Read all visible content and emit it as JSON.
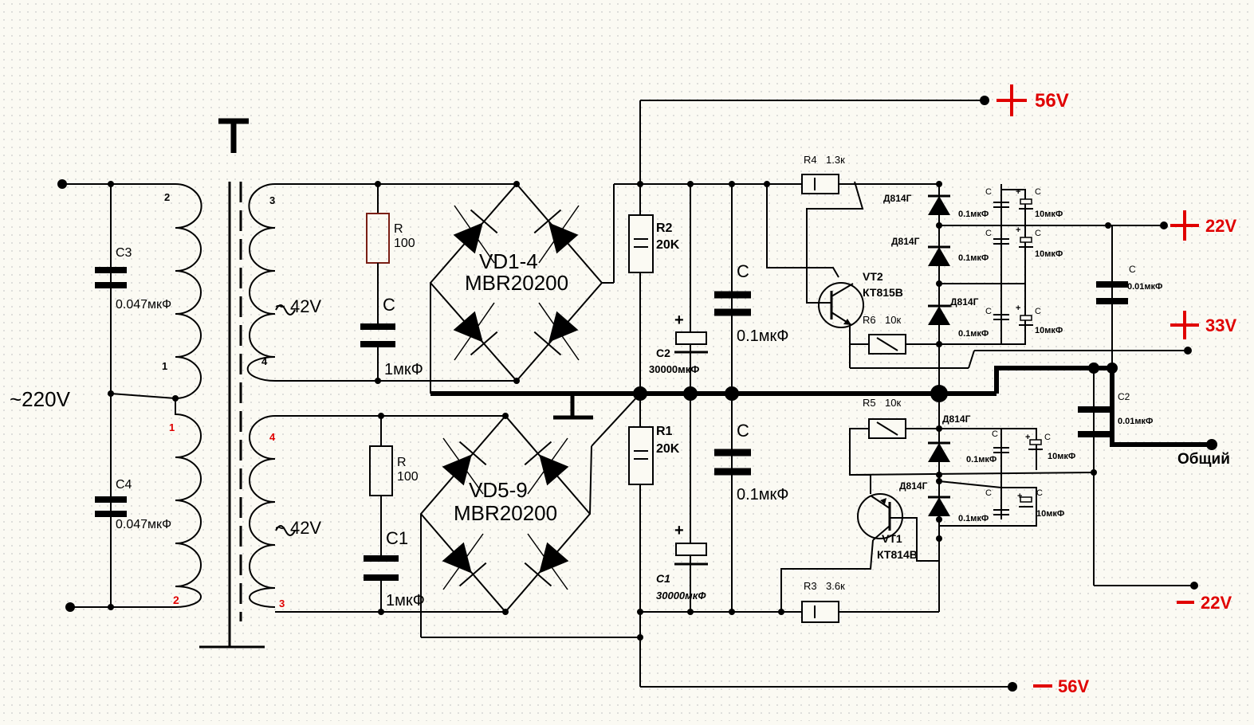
{
  "transformer": {
    "name": "T",
    "primary_voltage": "~220V",
    "secondary_voltage": "~ 42V",
    "secondary_voltage_2": "~ 42V"
  },
  "pins": {
    "p_top_2": "2",
    "p_mid_1": "1",
    "p_red_1": "1",
    "p_red_2": "2",
    "s1_3": "3",
    "s1_4": "4",
    "s2_4": "4",
    "s2_3": "3"
  },
  "components": {
    "C3": {
      "name": "C3",
      "value": "0.047мкФ"
    },
    "C4": {
      "name": "C4",
      "value": "0.047мкФ"
    },
    "R_top": {
      "name": "R",
      "value": "100"
    },
    "C_top": {
      "name": "C",
      "value": "1мкФ"
    },
    "R_bot": {
      "name": "R",
      "value": "100"
    },
    "C1_snub": {
      "name": "C1",
      "value": "1мкФ"
    },
    "bridge1": {
      "name": "VD1-4",
      "part": "MBR20200"
    },
    "bridge2": {
      "name": "VD5-9",
      "part": "MBR20200"
    },
    "R2": {
      "name": "R2",
      "value": "20K"
    },
    "R1": {
      "name": "R1",
      "value": "20K"
    },
    "C2_elec": {
      "name": "C2",
      "value": "30000мкФ"
    },
    "C1_elec": {
      "name": "C1",
      "value": "30000мкФ"
    },
    "C_film_top": {
      "name": "C",
      "value": "0.1мкФ"
    },
    "C_film_bot": {
      "name": "C",
      "value": "0.1мкФ"
    },
    "R4": {
      "name": "R4",
      "value": "1.3к"
    },
    "R6": {
      "name": "R6",
      "value": "10к"
    },
    "R5": {
      "name": "R5",
      "value": "10к"
    },
    "R3": {
      "name": "R3",
      "value": "3.6к"
    },
    "VT2": {
      "name": "VT2",
      "part": "КТ815В"
    },
    "VT1": {
      "name": "VT1",
      "part": "КТ814В"
    },
    "zener": "Д814Г",
    "cap_small_label": "C",
    "cap_small_value": "0.1мкФ",
    "cap_elec_value": "10мкФ",
    "C_right": {
      "name": "C",
      "value": "0.01мкФ"
    },
    "C2_right": {
      "name": "C2",
      "value": "0.01мкФ"
    },
    "plus_sign": "+"
  },
  "outputs": {
    "plus56": "56V",
    "plus22": "22V",
    "plus33": "33V",
    "minus22": "22V",
    "minus56": "56V",
    "common": "Общий"
  },
  "colors": {
    "wire": "#000000",
    "label_red": "#e00000",
    "resistor_brown": "#7a1e14",
    "background": "#fbfaf3",
    "grid_dot": "#c9c9c9"
  }
}
